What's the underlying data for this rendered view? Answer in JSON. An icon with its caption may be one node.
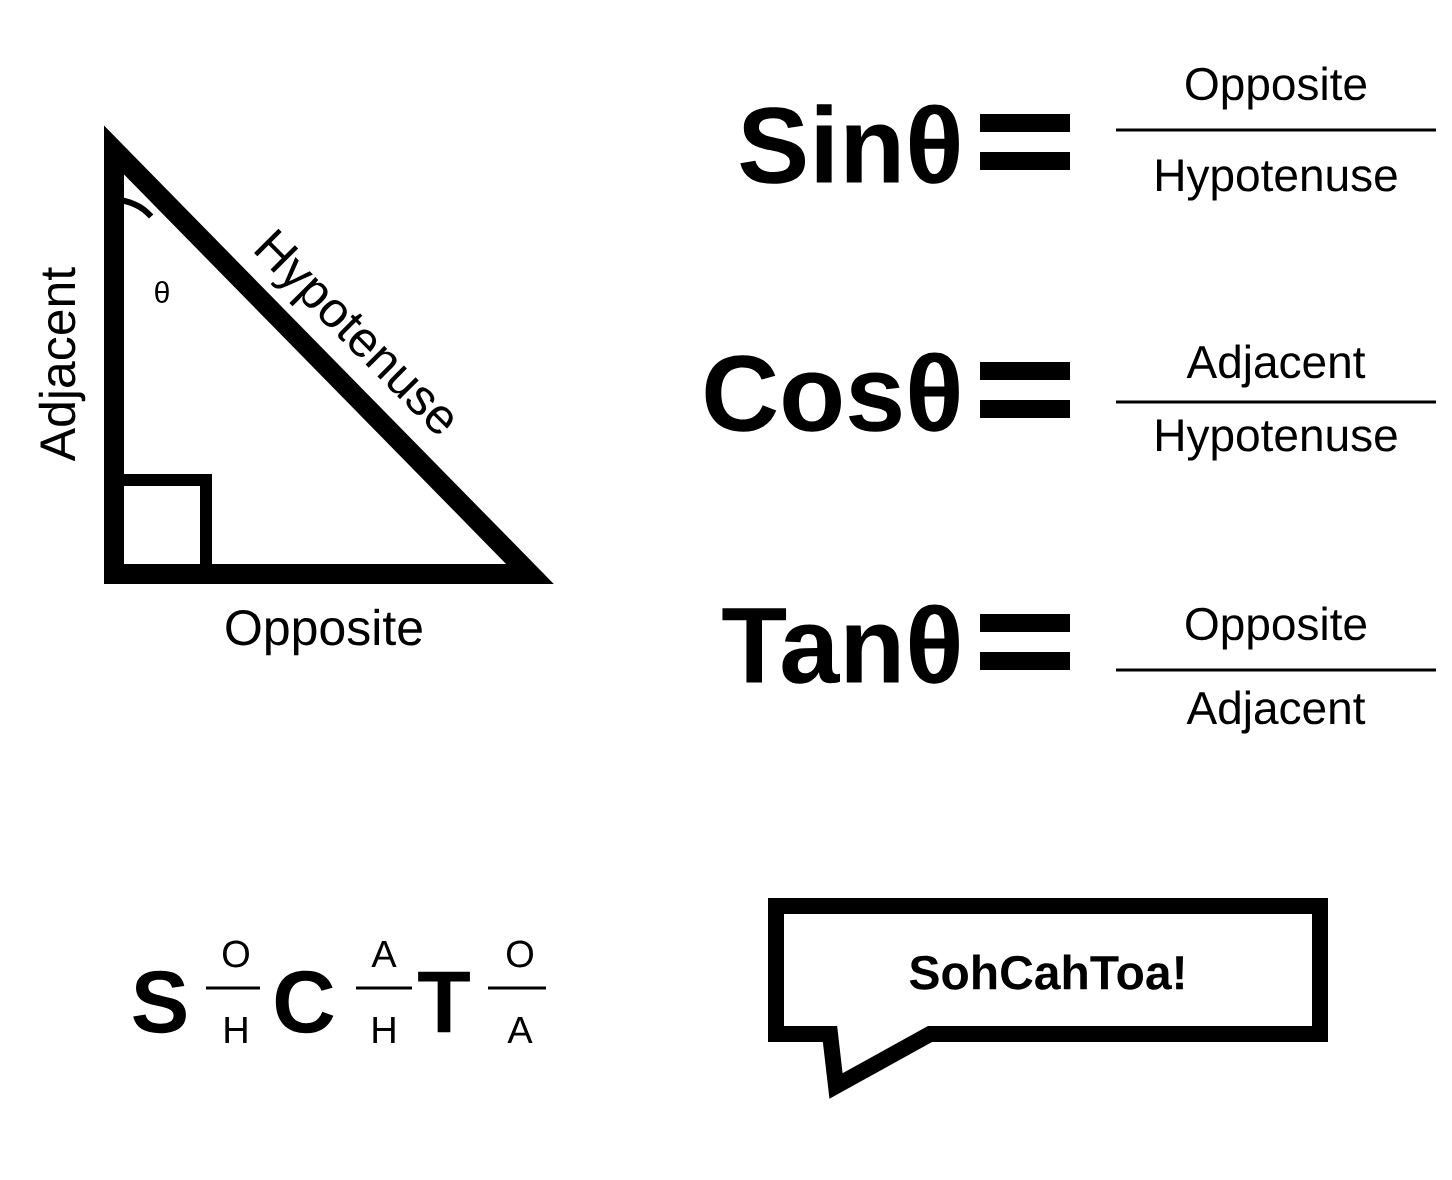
{
  "diagram": {
    "nodes": [
      {
        "text": [
          "θ"
        ],
        "beside": [
          "Adjacent",
          "Hypotenuse",
          "Opposite"
        ]
      },
      {
        "text": [
          "SohCahToa!"
        ]
      }
    ],
    "labels": [
      "Sinθ",
      "Opposite",
      "Hypotenuse",
      "Cosθ",
      "Adjacent",
      "Hypotenuse",
      "Tanθ",
      "Opposite",
      "Adjacent",
      "S",
      "O",
      "H",
      "C",
      "A",
      "H",
      "T",
      "O",
      "A"
    ]
  }
}
